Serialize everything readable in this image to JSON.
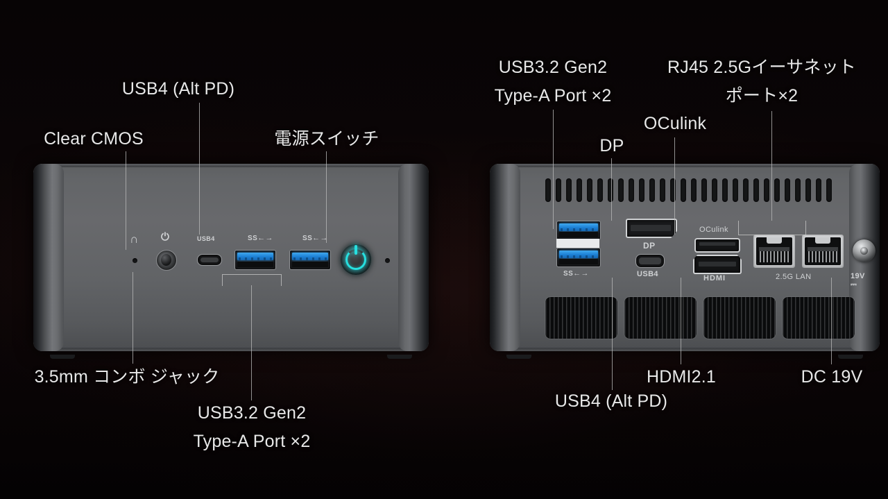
{
  "scene": {
    "title": "Mini PC front and rear I/O port diagram",
    "background_color": "#070405",
    "label_color": "#e8e8e8",
    "leader_line_color": "#b9b9b9",
    "accent_color": "#27e0e0",
    "usb_blue": "#1c7fd4"
  },
  "callouts": {
    "front": [
      {
        "id": "clear-cmos",
        "text": "Clear CMOS"
      },
      {
        "id": "usb4-alt-pd",
        "text": "USB4 (Alt PD)"
      },
      {
        "id": "power-switch",
        "text": "電源スイッチ"
      },
      {
        "id": "combo-jack",
        "text": "3.5mm コンボ ジャック"
      },
      {
        "id": "usb32-gen2-a",
        "line1": "USB3.2 Gen2",
        "line2": "Type-A Port ×2"
      }
    ],
    "rear": [
      {
        "id": "usb32-gen2-a-rear",
        "line1": "USB3.2 Gen2",
        "line2": "Type-A Port ×2"
      },
      {
        "id": "rj45-25g",
        "line1": "RJ45 2.5Gイーサネット",
        "line2": "ポート×2"
      },
      {
        "id": "oculink",
        "text": "OCulink"
      },
      {
        "id": "dp",
        "text": "DP"
      },
      {
        "id": "usb4-alt-pd-rear",
        "text": "USB4 (Alt PD)"
      },
      {
        "id": "hdmi21",
        "text": "HDMI2.1"
      },
      {
        "id": "dc19v",
        "text": "DC 19V"
      }
    ]
  },
  "front_panel": {
    "port_labels": {
      "headphone_icon": "headphone-icon",
      "mic_icon": "microphone-icon",
      "usb4": "USB4",
      "usb_a_left": "SS←→",
      "usb_a_right": "SS←→",
      "power_icon": "power-icon",
      "cmos_pinhole": "clear-cmos-pinhole",
      "status_pinhole": "status-led"
    }
  },
  "rear_panel": {
    "port_labels": {
      "usb_a_stack": "SS←→",
      "dp": "DP",
      "usb4": "USB4",
      "oculink": "OCulink",
      "hdmi": "HDMI",
      "lan": "2.5G LAN",
      "dc": "19V ⎓"
    }
  }
}
